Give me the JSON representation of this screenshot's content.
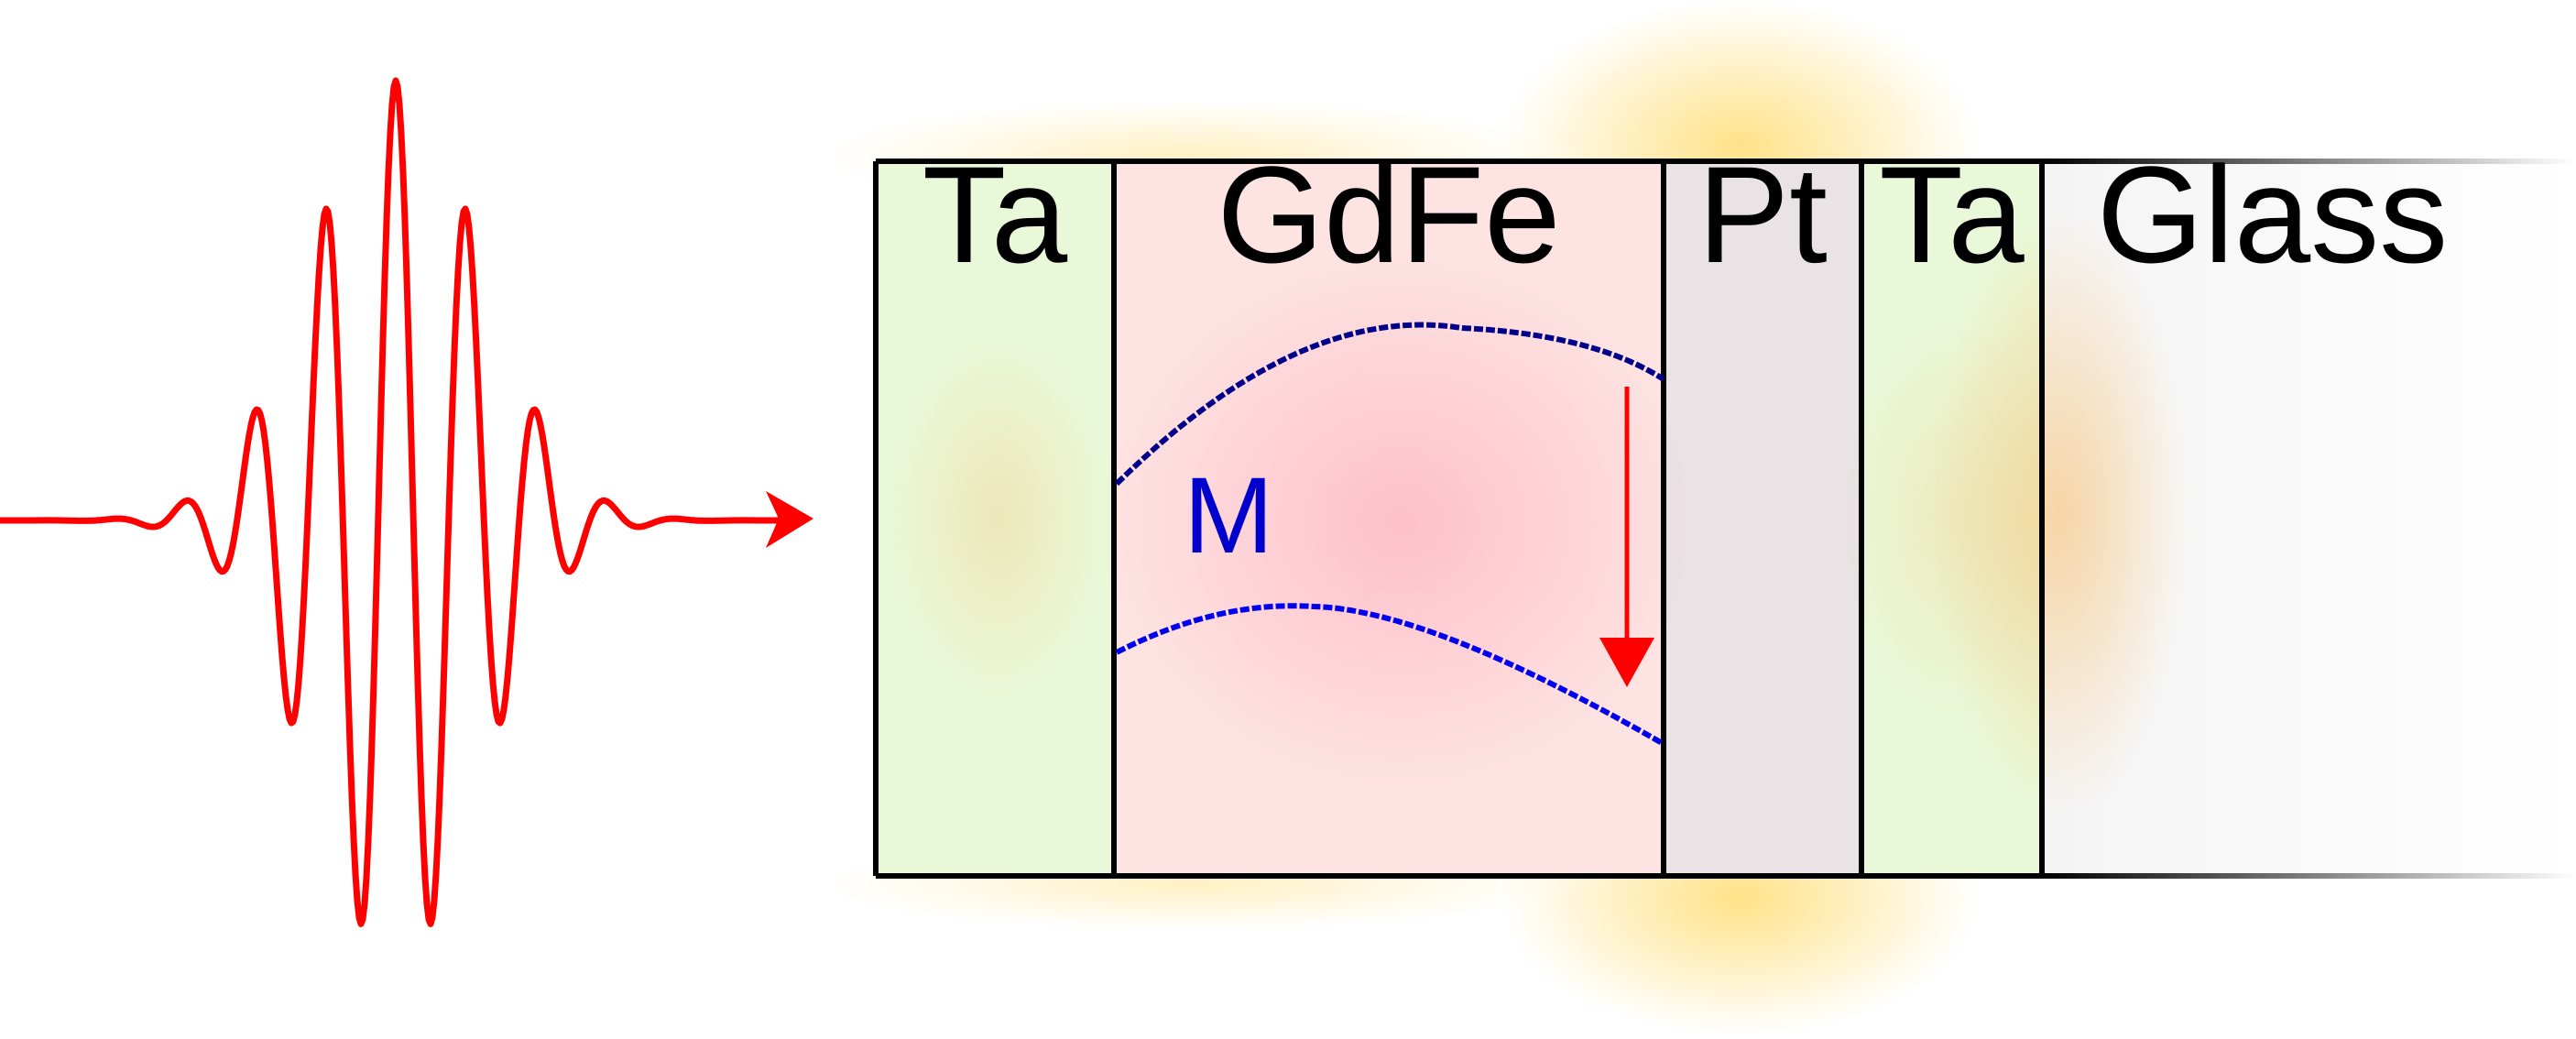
{
  "layers": [
    {
      "name": "Ta",
      "color": "#e9f8d8"
    },
    {
      "name": "GdFe",
      "color": "#fde4e2"
    },
    {
      "name": "Pt",
      "color": "#e9e3e6"
    },
    {
      "name": "Ta",
      "color": "#e9f8d8"
    },
    {
      "name": "Glass",
      "color": "#f8f8f8"
    }
  ],
  "magnetization_label": "M",
  "colors": {
    "pulse": "#ff0000",
    "arrow": "#ff0000",
    "curve_top": "#00008b",
    "curve_bottom": "#0000ee",
    "glow": "#ffd860"
  }
}
